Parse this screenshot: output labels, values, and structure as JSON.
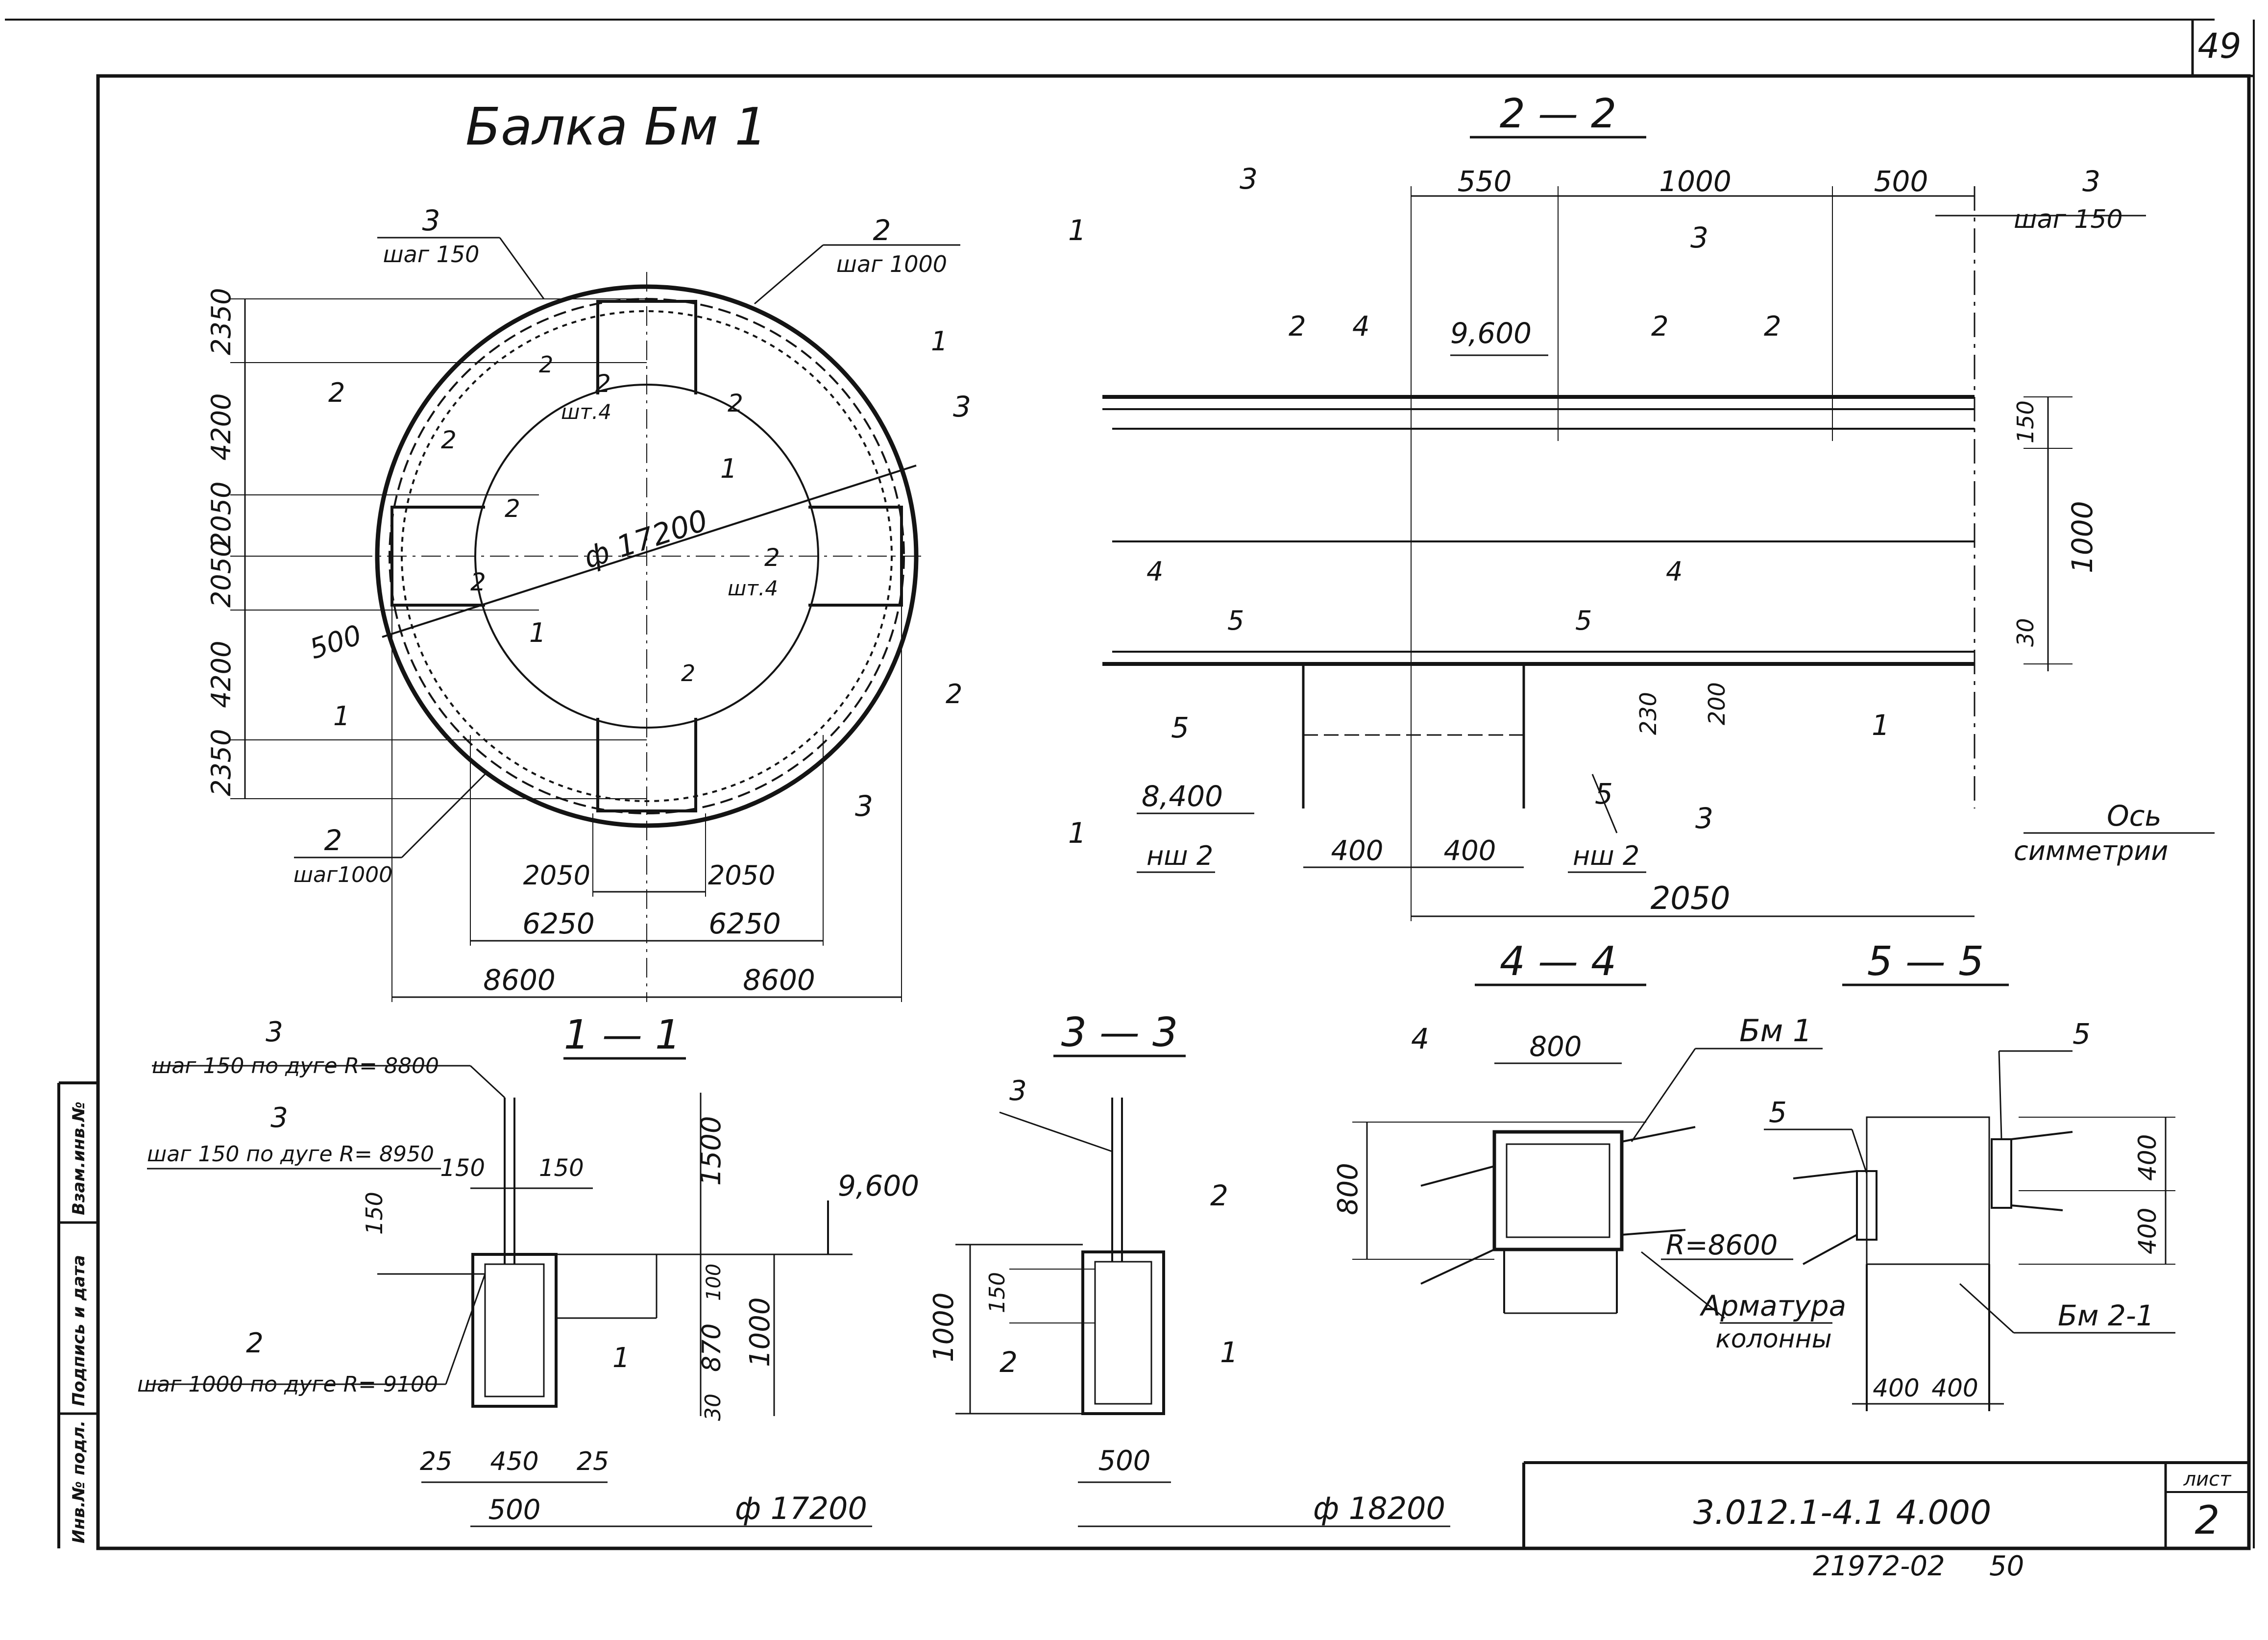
{
  "sheet": {
    "page_number": "49",
    "title": "Балка Бм 1",
    "designation": "3.012.1-4.1 4.000",
    "sheet_label": "лист",
    "sheet_number": "2",
    "archive_number": "21972-02",
    "archive_page": "50",
    "stamp_columns": [
      "Инв.№ подл.",
      "Подпись и дата",
      "Взам.инв.№"
    ]
  },
  "plan": {
    "diameter": "ф 17200",
    "offset_500": "500",
    "vertical_dims": [
      "2350",
      "4200",
      "2050",
      "2050",
      "4200",
      "2350"
    ],
    "bottom_dims": {
      "inner": [
        "2050",
        "2050"
      ],
      "middle": [
        "6250",
        "6250"
      ],
      "outer": [
        "8600",
        "8600"
      ]
    },
    "callouts": {
      "ref3_top": "3",
      "step150_top": "шаг 150",
      "ref2_top": "2",
      "step1000_top": "шаг 1000",
      "ref2_left_a": "2",
      "ref2_left_b": "2",
      "ref2_left_c": "2",
      "ref2_inner_a": "2",
      "ref2_inner_b": "2",
      "pcs4_top": "шт.4",
      "ref2_inner_c": "2",
      "ref2_right_mid": "2",
      "pcs4_right": "шт.4",
      "ref3_right": "3",
      "ref2_right_low": "2",
      "ref2_bottom_inner": "2",
      "ref2_bottom": "2",
      "step1000_bottom": "шаг1000",
      "ref3_bottom": "3",
      "cut1_topright": "1",
      "cut1_inner_a": "1",
      "cut1_inner_b": "1",
      "cut1_left": "1",
      "ref2_left_low": "2"
    }
  },
  "section_2_2": {
    "title": "2 — 2",
    "dims_top": [
      "550",
      "1000",
      "500"
    ],
    "level_top": "9,600",
    "level_bottom": "8,400",
    "dims_right": [
      "150",
      "1000",
      "30"
    ],
    "dims_mid": [
      "230",
      "200"
    ],
    "dims_bottom": [
      "400",
      "400"
    ],
    "dim_total": "2050",
    "axis_label_1": "Ось",
    "axis_label_2": "симметрии",
    "callouts": {
      "ref3_left": "3",
      "ref3_right": "3",
      "step150": "шаг 150",
      "ref2_a": "2",
      "ref4": "4",
      "ref2_b": "2",
      "ref2_c": "2",
      "ref5_left": "5",
      "ref5_right": "5",
      "ref1": "1",
      "nsh2_left": "нш 2",
      "nsh2_right": "нш 2",
      "cut1_top": "1",
      "cut1_bottom": "1",
      "cut3_top": "3",
      "cut3_bottom": "3",
      "cut4_left": "4",
      "cut4_right": "4",
      "cut5_left": "5",
      "cut5_right": "5"
    }
  },
  "section_1_1": {
    "title": "1 — 1",
    "ref3_a": "3",
    "note3_a": "шаг 150 по дуге R= 8800",
    "ref3_b": "3",
    "note3_b": "шаг 150 по дуге R= 8950",
    "ref2": "2",
    "note2": "шаг 1000 по дуге R= 9100",
    "ref1": "1",
    "dim_150_a": "150",
    "dim_150_b": "150",
    "dim_150_left": "150",
    "dim_1500": "1500",
    "dim_100": "100",
    "dim_870": "870",
    "dim_30": "30",
    "dim_1000": "1000",
    "level": "9,600",
    "dims_bottom": [
      "25",
      "450",
      "25"
    ],
    "dim_500": "500",
    "diameter": "ф 17200"
  },
  "section_3_3": {
    "title": "3 — 3",
    "ref3": "3",
    "ref2_left": "2",
    "ref2_right": "2",
    "ref1": "1",
    "dim_1000": "1000",
    "dim_150": "150",
    "dim_500": "500",
    "diameter": "ф 18200"
  },
  "section_4_4": {
    "title": "4 — 4",
    "ref4": "4",
    "dim_top": "800",
    "dim_left": "800",
    "beam": "Бм 1",
    "radius": "R=8600",
    "rebar_1": "Арматура",
    "rebar_2": "колонны"
  },
  "section_5_5": {
    "title": "5 — 5",
    "ref5_top": "5",
    "ref5_left": "5",
    "dim_400_a": "400",
    "dim_400_b": "400",
    "dims_bottom": [
      "400",
      "400"
    ],
    "beam": "Бм 2-1"
  }
}
